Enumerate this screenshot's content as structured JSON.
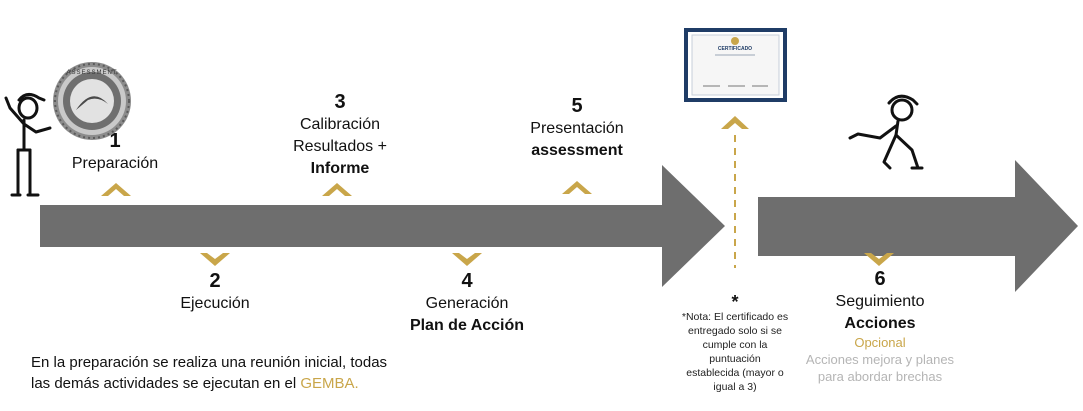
{
  "colors": {
    "arrow": "#6e6e6e",
    "accent": "#c9a64a",
    "muted": "#b5b5b5",
    "cert_border": "#1f3c66"
  },
  "icons": [
    "person-pointing-icon",
    "assessment-seal-icon",
    "certificate-icon",
    "person-walking-icon",
    "chevron-up-icon",
    "chevron-down-icon",
    "asterisk-icon"
  ],
  "steps": {
    "s1": {
      "num": "1",
      "line1": "Preparación"
    },
    "s2": {
      "num": "2",
      "line1": "Ejecución"
    },
    "s3": {
      "num": "3",
      "line1": "Calibración",
      "line2": "Resultados +",
      "line3": "Informe"
    },
    "s4": {
      "num": "4",
      "line1": "Generación",
      "line2": "Plan de Acción"
    },
    "s5": {
      "num": "5",
      "line1": "Presentación",
      "line2": "assessment"
    },
    "s6": {
      "num": "6",
      "line1": "Seguimiento",
      "line2": "Acciones",
      "optional": "Opcional",
      "desc1": "Acciones mejora y planes",
      "desc2": "para abordar brechas"
    }
  },
  "note": {
    "asterisk": "*",
    "lines": [
      "*Nota: El certificado es",
      "entregado solo si se",
      "cumple con la",
      "puntuación",
      "establecida (mayor o",
      "igual a 3)"
    ]
  },
  "certificate": {
    "title": "CERTIFICADO"
  },
  "seal": {
    "text": "ASSESSMENT"
  },
  "footer": {
    "line1": "En la preparación se realiza una reunión inicial, todas",
    "line2_prefix": "las demás actividades se ejecutan en el ",
    "line2_highlight": "GEMBA."
  }
}
